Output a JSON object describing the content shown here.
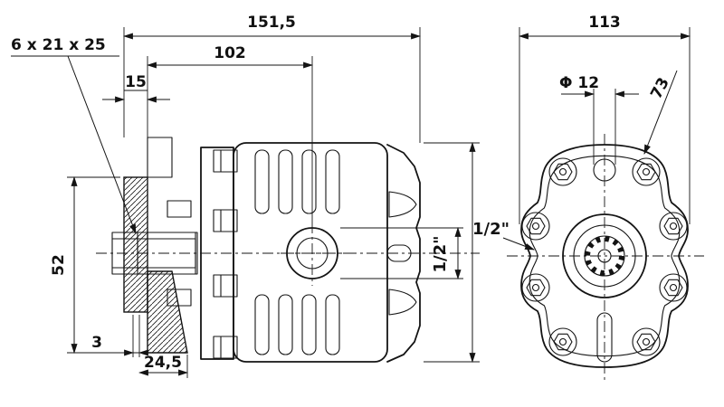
{
  "drawing": {
    "line_color": "#141414",
    "background": "#ffffff",
    "side_view": {
      "dim_total_length": "151,5",
      "dim_body_length": "102",
      "dim_shaft_length": "15",
      "spline_label": "6 x 21 x 25",
      "dim_height": "52",
      "dim_offset": "3",
      "dim_pilot": "24,5",
      "port_label": "1/2\""
    },
    "front_view": {
      "dim_width": "113",
      "hole_label": "Φ 12",
      "dim_bolt_circle": "73",
      "port_label": "1/2\""
    }
  }
}
